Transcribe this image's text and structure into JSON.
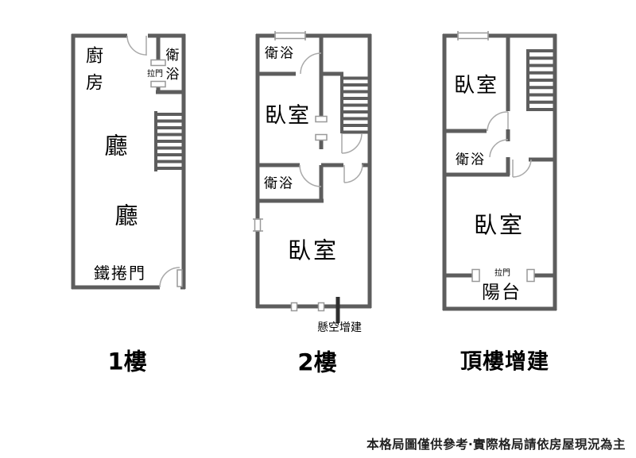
{
  "colors": {
    "wall": "#5d5d5d",
    "thin_line": "#a9a9a9",
    "symbol_border": "#999999",
    "dark_marker": "#2f2f2f",
    "text": "#000000"
  },
  "floor1": {
    "label": "1樓",
    "kitchen": "廚房",
    "bathroom": "衛浴",
    "sliding_door": "拉門",
    "living_upper": "廳",
    "living_lower": "廳",
    "roller_door": "鐵捲門"
  },
  "floor2": {
    "label": "2樓",
    "bathroom_top": "衛浴",
    "bedroom_front": "臥室",
    "bathroom_mid": "衛浴",
    "bedroom_main": "臥室",
    "cantilever_note": "懸空增建"
  },
  "floor3": {
    "label": "頂樓增建",
    "bedroom_front": "臥室",
    "bathroom": "衛浴",
    "bedroom_main": "臥室",
    "sliding_door": "拉門",
    "balcony": "陽台"
  },
  "disclaimer": "本格局圖僅供參考‧實際格局請依房屋現況為主"
}
